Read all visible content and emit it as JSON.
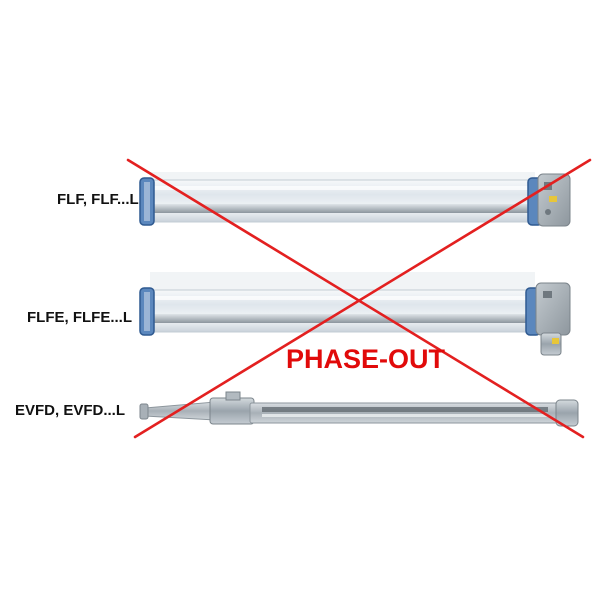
{
  "labels": {
    "flf": "FLF, FLF...L",
    "flfe": "FLFE, FLFE...L",
    "evfd": "EVFD, EVFD...L"
  },
  "stamp": {
    "text": "PHASE-OUT",
    "color": "#e10a0a"
  },
  "colors": {
    "tube_glass": "#e9eef2",
    "metal": "#b9c1c8",
    "end_cap_blue": "#3a6fb0",
    "cross": "#e32020"
  }
}
